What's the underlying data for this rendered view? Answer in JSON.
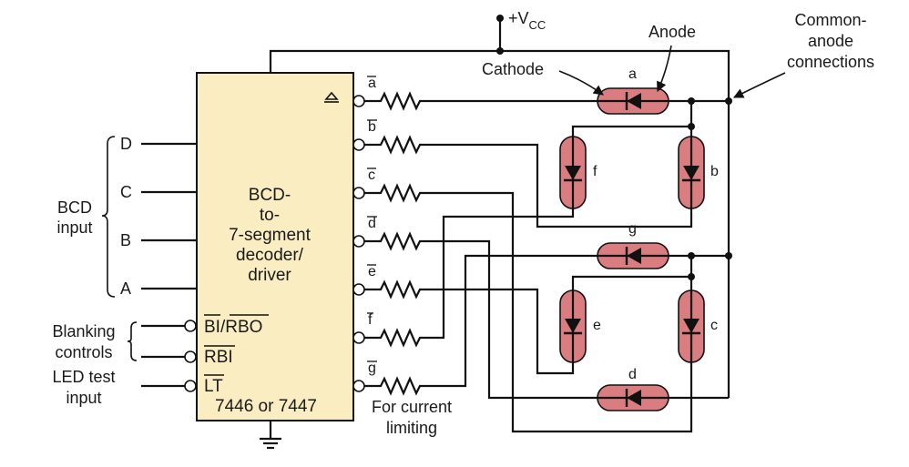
{
  "supply": {
    "label": "+V",
    "subscript": "CC"
  },
  "chip": {
    "title_lines": [
      "BCD-",
      "to-",
      "7-segment",
      "decoder/",
      "driver"
    ],
    "part_number": "7446 or 7447",
    "inputs": [
      "D",
      "C",
      "B",
      "A"
    ],
    "control_pins": [
      "BI/RBO",
      "RBI",
      "LT"
    ],
    "outputs": [
      "a",
      "b",
      "c",
      "d",
      "e",
      "f",
      "g"
    ]
  },
  "labels": {
    "bcd_input": [
      "BCD",
      "input"
    ],
    "blanking_controls": [
      "Blanking",
      "controls"
    ],
    "led_test_input": [
      "LED test",
      "input"
    ],
    "current_limiting": [
      "For current",
      "limiting"
    ],
    "cathode": "Cathode",
    "anode": "Anode",
    "common_anode": [
      "Common-",
      "anode",
      "connections"
    ]
  },
  "segments": [
    "a",
    "b",
    "c",
    "d",
    "e",
    "f",
    "g"
  ],
  "colors": {
    "chip_fill": "#fbedc2",
    "led_fill": "#d97d80",
    "ink": "#111111"
  }
}
